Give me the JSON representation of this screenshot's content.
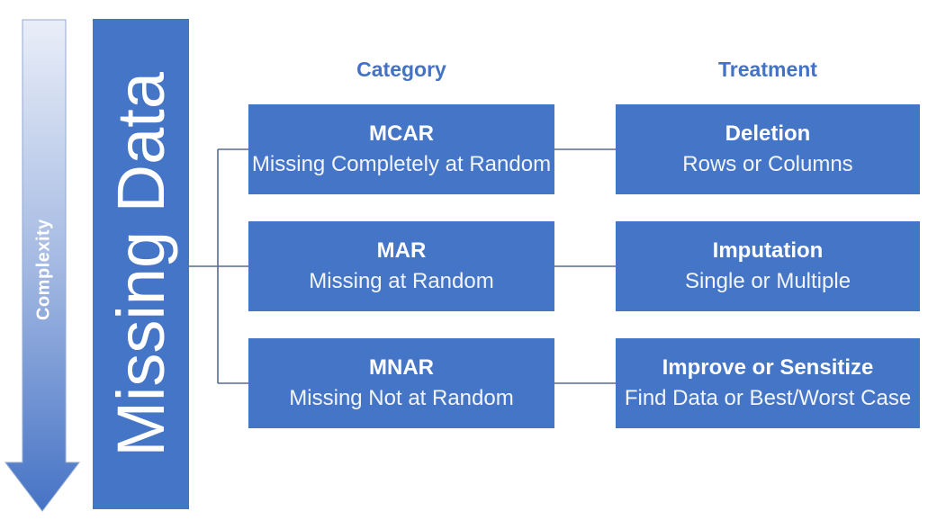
{
  "diagram": {
    "root_label": "Missing Data",
    "complexity_arrow": {
      "label": "Complexity",
      "direction": "down"
    },
    "columns": {
      "category_header": "Category",
      "treatment_header": "Treatment"
    },
    "rows": [
      {
        "category": {
          "title": "MCAR",
          "subtitle": "Missing Completely at Random"
        },
        "treatment": {
          "title": "Deletion",
          "subtitle": "Rows or Columns"
        }
      },
      {
        "category": {
          "title": "MAR",
          "subtitle": "Missing at Random"
        },
        "treatment": {
          "title": "Imputation",
          "subtitle": "Single or Multiple"
        }
      },
      {
        "category": {
          "title": "MNAR",
          "subtitle": "Missing Not at Random"
        },
        "treatment": {
          "title": "Improve or Sensitize",
          "subtitle": "Find Data or Best/Worst Case"
        }
      }
    ],
    "colors": {
      "node_fill": "#4575C6",
      "node_text": "#ffffff",
      "header_text": "#4472C4",
      "connector_line": "#566b91",
      "arrow_gradient_top": "#e9eef8",
      "arrow_gradient_bottom": "#4573c5"
    }
  }
}
